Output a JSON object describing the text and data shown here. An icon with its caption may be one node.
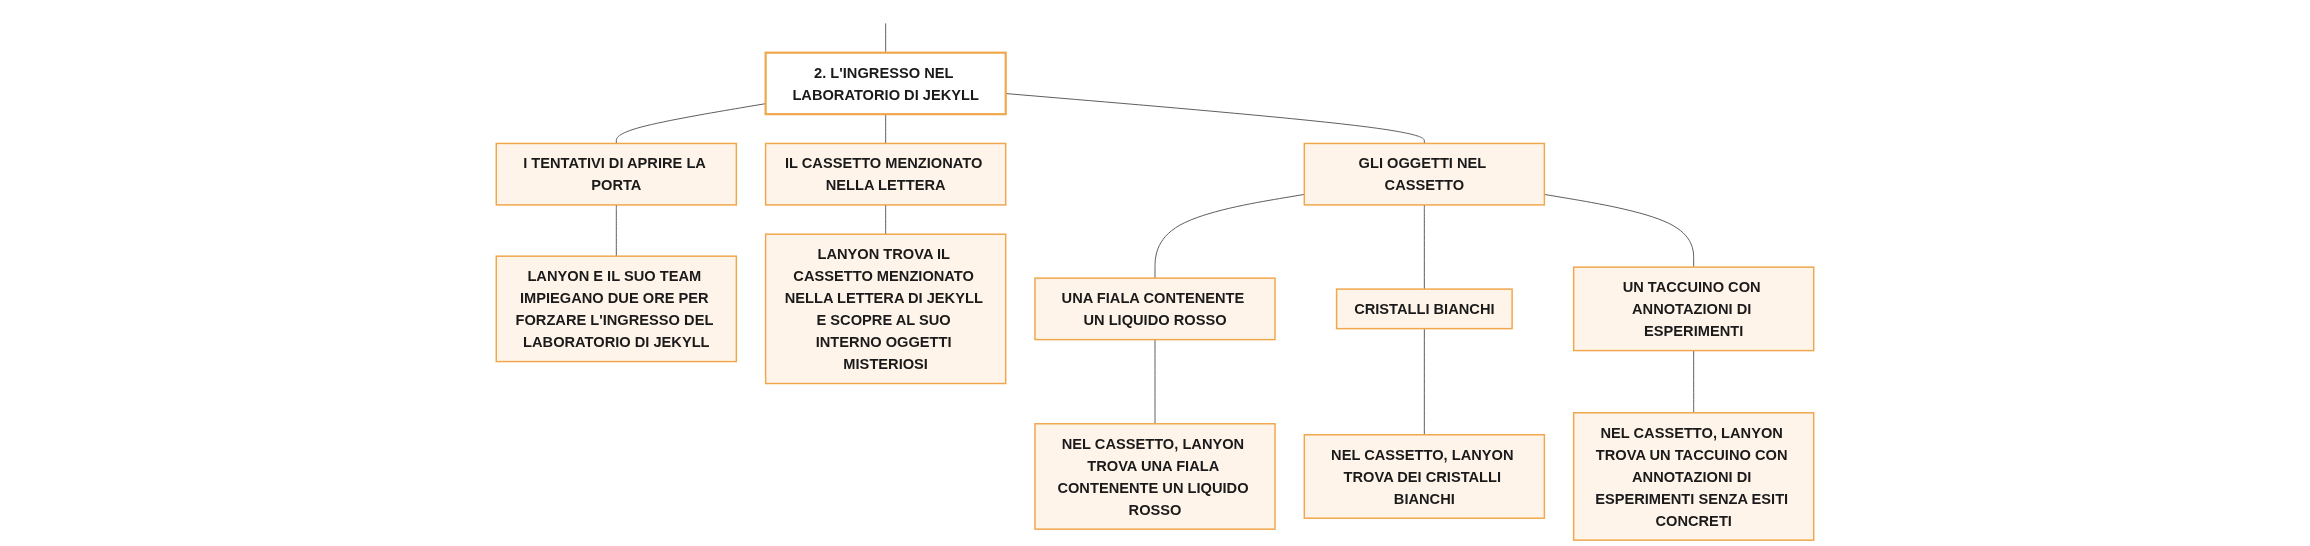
{
  "diagram": {
    "nodes": [
      {
        "text": [
          "2. L'INGRESSO NEL LABORATORIO DI JEKYLL"
        ]
      },
      {
        "text": [
          "I TENTATIVI DI APRIRE LA PORTA"
        ]
      },
      {
        "text": [
          "IL CASSETTO MENZIONATO NELLA LETTERA"
        ]
      },
      {
        "text": [
          "GLI OGGETTI NEL CASSETTO"
        ]
      },
      {
        "text": [
          "LANYON E IL SUO TEAM IMPIEGANO DUE ORE PER FORZARE L'INGRESSO DEL LABORATORIO DI JEKYLL"
        ]
      },
      {
        "text": [
          "LANYON TROVA IL CASSETTO MENZIONATO NELLA LETTERA DI JEKYLL E SCOPRE AL SUO INTERNO OGGETTI MISTERIOSI"
        ]
      },
      {
        "text": [
          "UNA FIALA CONTENENTE UN LIQUIDO ROSSO"
        ]
      },
      {
        "text": [
          "CRISTALLI BIANCHI"
        ]
      },
      {
        "text": [
          "UN TACCUINO CON ANNOTAZIONI DI ESPERIMENTI"
        ]
      },
      {
        "text": [
          "NEL CASSETTO, LANYON TROVA UNA FIALA CONTENENTE UN LIQUIDO ROSSO"
        ]
      },
      {
        "text": [
          "NEL CASSETTO, LANYON TROVA DEI CRISTALLI BIANCHI"
        ]
      },
      {
        "text": [
          "NEL CASSETTO, LANYON TROVA UN TACCUINO CON ANNOTAZIONI DI ESPERIMENTI SENZA ESITI CONCRETI"
        ]
      }
    ],
    "edges": [
      {
        "from": null,
        "to": 0,
        "arrow": "none"
      },
      {
        "from": 0,
        "to": 1,
        "arrow": "none"
      },
      {
        "from": 0,
        "to": 2,
        "arrow": "none"
      },
      {
        "from": 0,
        "to": 3,
        "arrow": "none"
      },
      {
        "from": 1,
        "to": 4,
        "arrow": "none"
      },
      {
        "from": 2,
        "to": 5,
        "arrow": "none"
      },
      {
        "from": 3,
        "to": 6,
        "arrow": "none"
      },
      {
        "from": 3,
        "to": 7,
        "arrow": "none"
      },
      {
        "from": 3,
        "to": 8,
        "arrow": "none"
      },
      {
        "from": 6,
        "to": 9,
        "arrow": "none"
      },
      {
        "from": 7,
        "to": 10,
        "arrow": "none"
      },
      {
        "from": 8,
        "to": 11,
        "arrow": "none"
      }
    ]
  }
}
